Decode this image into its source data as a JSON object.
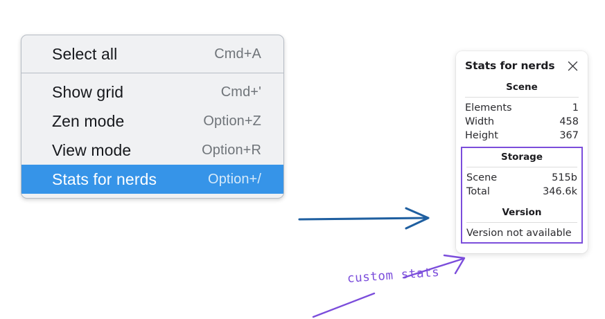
{
  "context_menu": {
    "name": "canvas-context-menu",
    "groups": [
      {
        "items": [
          {
            "label": "Select all",
            "shortcut": "Cmd+A",
            "selected": false
          }
        ]
      },
      {
        "items": [
          {
            "label": "Show grid",
            "shortcut": "Cmd+'",
            "selected": false
          },
          {
            "label": "Zen mode",
            "shortcut": "Option+Z",
            "selected": false
          },
          {
            "label": "View mode",
            "shortcut": "Option+R",
            "selected": false
          },
          {
            "label": "Stats for nerds",
            "shortcut": "Option+/",
            "selected": true
          }
        ]
      }
    ]
  },
  "stats_panel": {
    "title": "Stats for nerds",
    "close_icon": "close-icon",
    "scene": {
      "heading": "Scene",
      "rows": [
        {
          "key": "Elements",
          "value": "1"
        },
        {
          "key": "Width",
          "value": "458"
        },
        {
          "key": "Height",
          "value": "367"
        }
      ]
    },
    "storage": {
      "heading": "Storage",
      "rows": [
        {
          "key": "Scene",
          "value": "515b"
        },
        {
          "key": "Total",
          "value": "346.6k"
        }
      ]
    },
    "version": {
      "heading": "Version",
      "note": "Version not available"
    }
  },
  "annotations": {
    "custom_stats_label": "custom stats",
    "blue_arrow": "arrow-right-icon",
    "purple_arrow": "arrow-up-right-icon"
  },
  "colors": {
    "menu_background": "#f0f1f3",
    "menu_border": "#b6bcc4",
    "selection_blue": "#3694e8",
    "annotation_purple": "#7b4ddb",
    "annotation_blue": "#1f5fa0",
    "panel_white": "#ffffff",
    "page_background": "#ffffff"
  }
}
